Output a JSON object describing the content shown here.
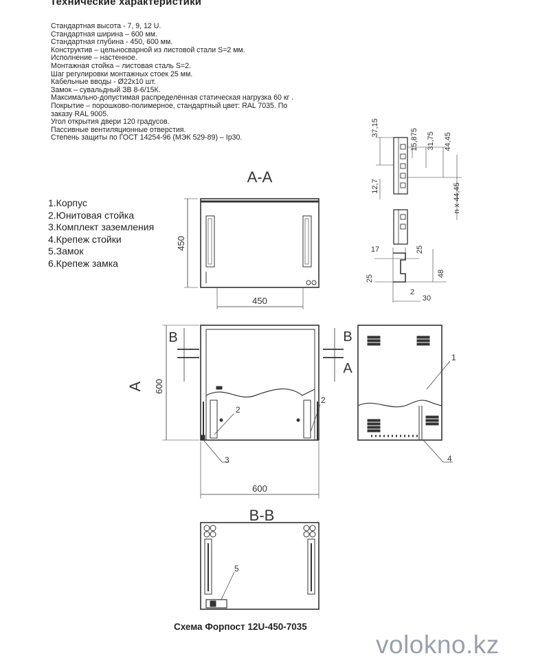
{
  "heading": "Технические характеристики",
  "specs": [
    "Стандартная высота - 7, 9, 12 U.",
    "Стандартная ширина – 600 мм.",
    "Стандартная глубина - 450, 600 мм.",
    "Конструктив – цельносварной из листовой стали S=2 мм.",
    "Исполнение – настенное.",
    "Монтажная стойка – листовая сталь S=2.",
    "Шаг регулировки монтажных стоек 25 мм.",
    "Кабельные вводы - Ø22x10 шт.",
    "Замок – сувальдный ЗВ 8-6/15К.",
    "Максимально-допустимая распределённая статическая нагрузка 60 кг .",
    "Покрытие – порошково-полимерное, стандартный цвет: RAL 7035. По заказу  RAL 9005.",
    "Угол открытия двери 120 градусов.",
    "Пассивные вентиляционные отверстия.",
    "Степень защиты по ГОСТ 14254-96 (МЭК 529-89) – Ip30."
  ],
  "legend": [
    "1.Корпус",
    "2.Юнитовая стойка",
    "3.Комплект заземления",
    "4.Крепеж стойки",
    "5.Замок",
    "6.Крепеж замка"
  ],
  "views": {
    "section_aa": "А-А",
    "section_bb": "В-В",
    "letter_a": "А",
    "letter_b": "В"
  },
  "dimensions": {
    "aa_height": "450",
    "aa_width": "450",
    "front_height": "600",
    "front_width": "600",
    "rail_37_15": "37,15",
    "rail_15_875": "15,875",
    "rail_31_75": "31,75",
    "rail_44_45": "44,45",
    "rail_12_7": "12,7",
    "rail_n": "n x 44,45",
    "profile_17": "17",
    "profile_25_top": "25",
    "profile_25_left": "25",
    "profile_48": "48",
    "profile_2": "2",
    "profile_30": "30"
  },
  "callouts": [
    "1",
    "2",
    "3",
    "4",
    "5"
  ],
  "caption": "Схема Форпост  12U-450-7035",
  "watermark": "volokno.kz"
}
